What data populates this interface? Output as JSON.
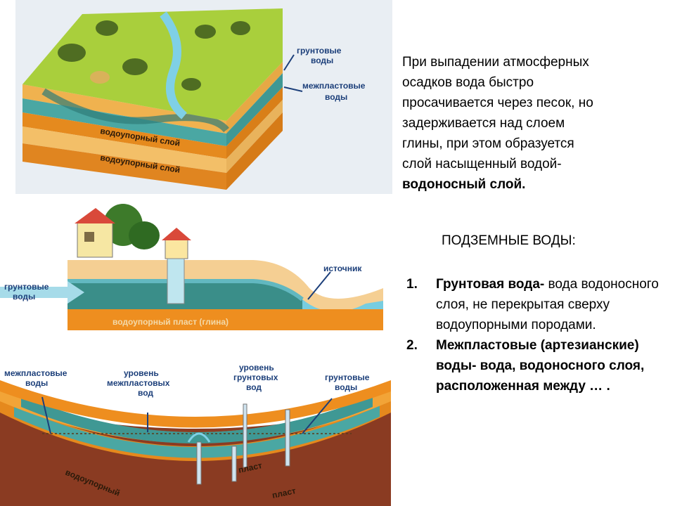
{
  "figure_top": {
    "labels": {
      "ground_water": [
        "грунтовые",
        "воды"
      ],
      "interlayer_water": [
        "межпластовые",
        "воды"
      ],
      "aquitard_upper": "водоупорный слой",
      "aquitard_lower": "водоупорный слой"
    }
  },
  "figure_middle": {
    "labels": {
      "ground_water": [
        "грунтовые",
        "воды"
      ],
      "spring": "источник",
      "aquitard_clay": "водоупорный пласт (глина)"
    }
  },
  "figure_bottom": {
    "labels": {
      "interlayer_water": [
        "межпластовые",
        "воды"
      ],
      "interlayer_level": [
        "уровень",
        "межпластовых",
        "вод"
      ],
      "ground_level": [
        "уровень",
        "грунтовых",
        "вод"
      ],
      "ground_water": [
        "грунтовые",
        "воды"
      ],
      "aquitard": "водоупорный",
      "layer_1": "пласт",
      "layer_2": "пласт"
    }
  },
  "text": {
    "intro_lines": [
      "При выпадении атмосферных",
      "осадков вода быстро",
      "просачивается через песок, но",
      "задерживается над  слоем",
      "глины, при этом образуется",
      "слой насыщенный водой-"
    ],
    "intro_bold": "водоносный слой.",
    "section_title": "ПОДЗЕМНЫЕ ВОДЫ:",
    "items": [
      {
        "num": "1.",
        "term": "Грунтовая вода-",
        "rest": " вода водоносного слоя, не перекрытая сверху водоупорными породами."
      },
      {
        "num": "2.",
        "term": "Межпластовые (артезианские) воды- вода, водоносного слоя, расположенная между … ."
      }
    ]
  },
  "colors": {
    "grass": "#a9cf3c",
    "sand": "#f2b85a",
    "clay": "#e98b1f",
    "water": "#5fc2c8",
    "aquifer": "#3f8f8c",
    "bedrock": "#8a3b22",
    "label_blue": "#1c3f7a"
  }
}
